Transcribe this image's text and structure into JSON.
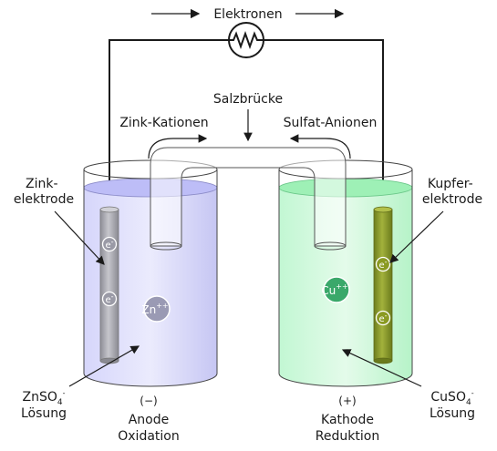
{
  "electron_flow_label": "Elektronen",
  "salt_bridge_label": "Salzbrücke",
  "zinc_cations_label": "Zink-Kationen",
  "sulfate_anions_label": "Sulfat-Anionen",
  "zinc_electrode_label": {
    "line1": "Zink-",
    "line2": "elektrode"
  },
  "copper_electrode_label": {
    "line1": "Kupfer-",
    "line2": "elektrode"
  },
  "zinc_solution_label": {
    "formula": "ZnSO",
    "sub": "4",
    "charge": "-",
    "word": "Lösung"
  },
  "copper_solution_label": {
    "formula": "CuSO",
    "sub": "4",
    "charge": "-",
    "word": "Lösung"
  },
  "anode": {
    "sign": "(−)",
    "name": "Anode",
    "process": "Oxidation"
  },
  "cathode": {
    "sign": "(+)",
    "name": "Kathode",
    "process": "Reduktion"
  },
  "zinc_ion": {
    "symbol": "Zn",
    "charge": "++"
  },
  "copper_ion": {
    "symbol": "Cu",
    "charge": "++"
  },
  "electron": {
    "symbol": "e",
    "charge": "-"
  },
  "colors": {
    "zinc_solution": "#c9c9f7",
    "copper_solution": "#aef5c4",
    "zinc_electrode": "#a8a8b0",
    "copper_electrode": "#8a9a2a",
    "zinc_ion": "#9a9ab4",
    "copper_ion": "#3aa86a"
  }
}
